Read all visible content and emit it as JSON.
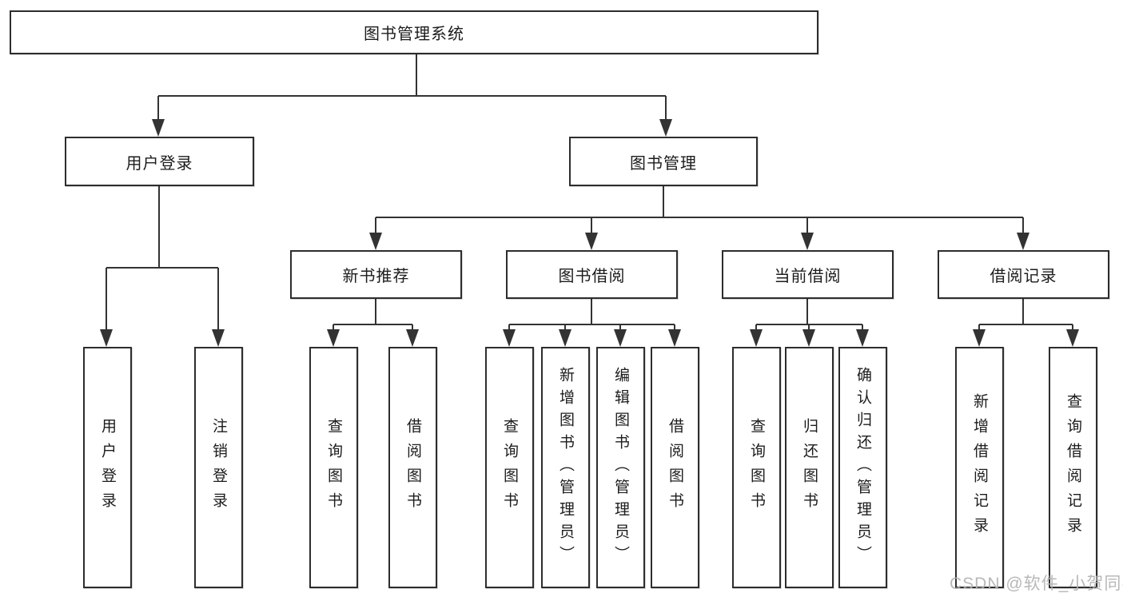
{
  "diagram": {
    "kind": "function-structure-tree",
    "colors": {
      "line": "#333333",
      "box_border": "#2d2d2d",
      "text": "#1c1c1c",
      "watermark": "#b2b2b2",
      "background": "#ffffff"
    },
    "tree": {
      "root": {
        "label": "图书管理系统",
        "children": [
          {
            "label": "用户登录",
            "children": [
              {
                "label": "用户登录"
              },
              {
                "label": "注销登录"
              }
            ]
          },
          {
            "label": "图书管理",
            "children": [
              {
                "label": "新书推荐",
                "children": [
                  {
                    "label": "查询图书"
                  },
                  {
                    "label": "借阅图书"
                  }
                ]
              },
              {
                "label": "图书借阅",
                "children": [
                  {
                    "label": "查询图书"
                  },
                  {
                    "label": "新增图书（管理员）"
                  },
                  {
                    "label": "编辑图书（管理员）"
                  },
                  {
                    "label": "借阅图书"
                  }
                ]
              },
              {
                "label": "当前借阅",
                "children": [
                  {
                    "label": "查询图书"
                  },
                  {
                    "label": "归还图书"
                  },
                  {
                    "label": "确认归还（管理员）"
                  }
                ]
              },
              {
                "label": "借阅记录",
                "children": [
                  {
                    "label": "新增借阅记录"
                  },
                  {
                    "label": "查询借阅记录"
                  }
                ]
              }
            ]
          }
        ]
      }
    },
    "watermark": {
      "text": "CSDN @软件_小贺同学"
    }
  }
}
